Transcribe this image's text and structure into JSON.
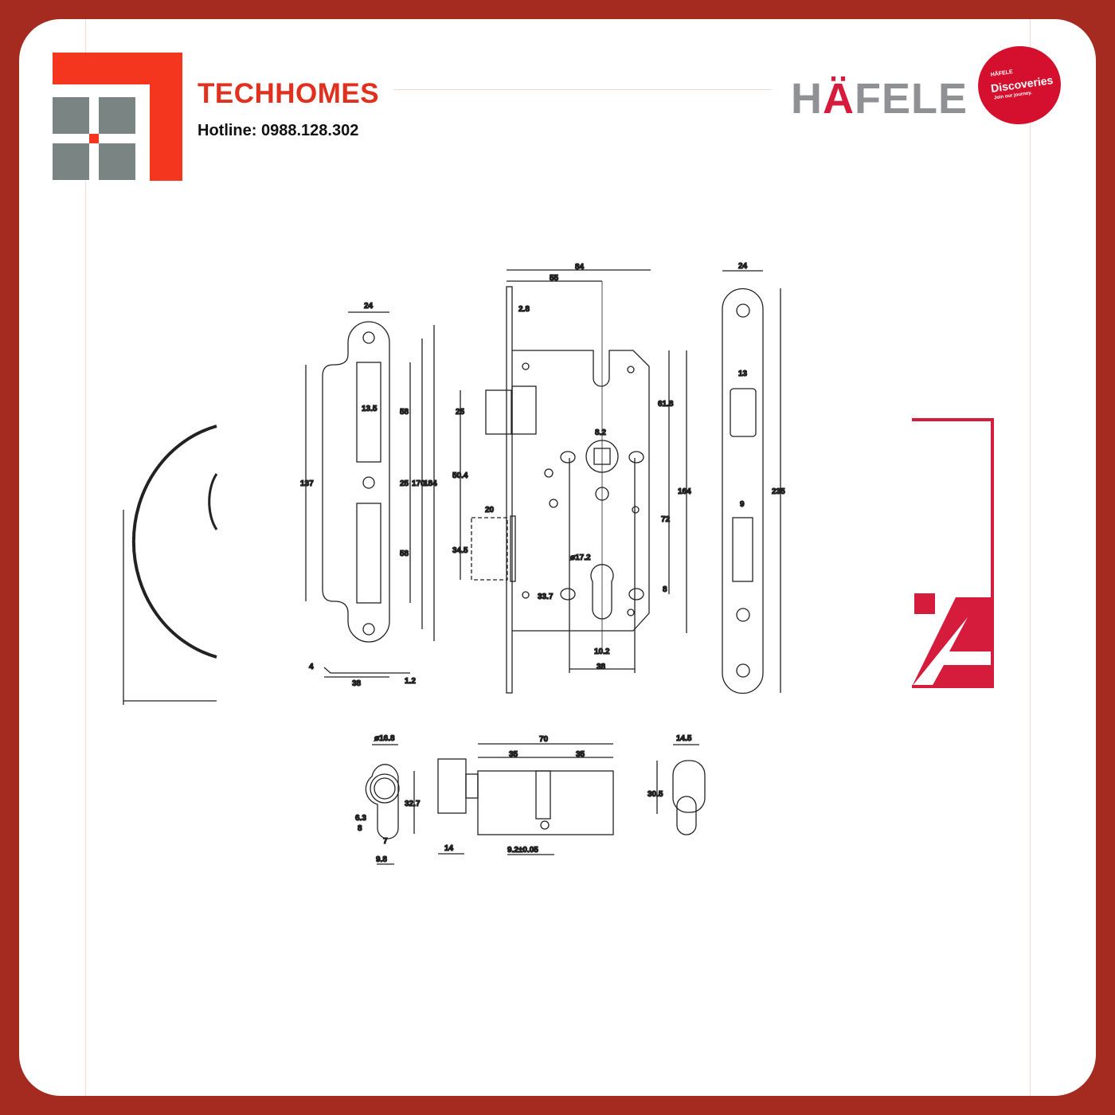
{
  "header": {
    "brand_name": "TECHHOMES",
    "hotline": "Hotline: 0988.128.302",
    "partner_logo": "HÄFELE",
    "partner_badge": {
      "small": "HÄFELE",
      "title": "Discoveries",
      "tagline": "Join our journey."
    }
  },
  "colors": {
    "frame": "#a52a1f",
    "brand_red": "#e0301e",
    "hafele_red": "#d51c3c",
    "hafele_grey": "#8f9194",
    "logo_grey": "#7a8482"
  },
  "drawing": {
    "strike_plate": {
      "width": "24",
      "slot_width": "13.5",
      "slot1": "58",
      "center": "25",
      "inner": "170",
      "total": "184",
      "outer": "137",
      "slot2": "58",
      "lip": "4",
      "depth": "38",
      "thickness": "1.2"
    },
    "lock_body": {
      "width": "84",
      "backset": "55",
      "faceplate": "2.8",
      "latch": "25",
      "latch_to_bolt": "50.4",
      "bolt_throw": "20",
      "bolt": "34.5",
      "spindle": "8.2",
      "spindle_to_top": "61.8",
      "height": "164",
      "centre_distance": "72",
      "cyl_offset": "8",
      "cyl_diameter": "ø17.2",
      "cyl_height": "33.7",
      "cyl_width": "10.2",
      "screw_spacing": "38"
    },
    "faceplate": {
      "width": "24",
      "latch_slot": "13",
      "bolt_slot": "9",
      "length": "235"
    },
    "cylinder": {
      "diameter": "ø16.8",
      "height": "32.7",
      "cam_a": "6.3",
      "cam_b": "8",
      "cam_w": "7",
      "profile_w": "9.8",
      "length": "70",
      "half_a": "35",
      "half_b": "35",
      "knob_w": "14",
      "cam_pos": "9.2±0.05",
      "knob_width": "14.5",
      "knob_height": "30.5"
    }
  }
}
